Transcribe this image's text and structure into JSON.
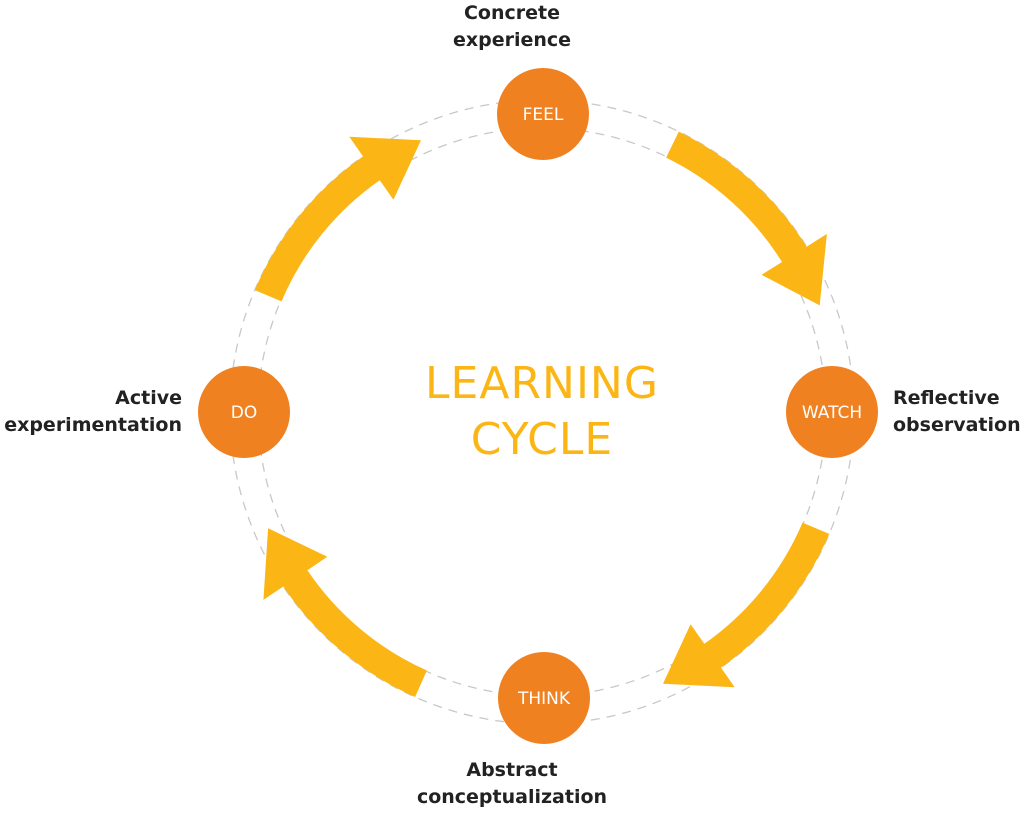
{
  "title": {
    "line1": "LEARNING",
    "line2": "CYCLE"
  },
  "stages": [
    {
      "id": "feel",
      "node_label": "FEEL",
      "label_line1": "Concrete",
      "label_line2": "experience"
    },
    {
      "id": "watch",
      "node_label": "WATCH",
      "label_line1": "Reflective",
      "label_line2": "observation"
    },
    {
      "id": "think",
      "node_label": "THINK",
      "label_line1": "Abstract",
      "label_line2": "conceptualization"
    },
    {
      "id": "do",
      "node_label": "DO",
      "label_line1": "Active",
      "label_line2": "experimentation"
    }
  ],
  "colors": {
    "node": "#F08121",
    "arrow": "#FBB616",
    "title": "#FBB616",
    "label": "#222222",
    "dashed_ring": "#C8C8C8"
  }
}
